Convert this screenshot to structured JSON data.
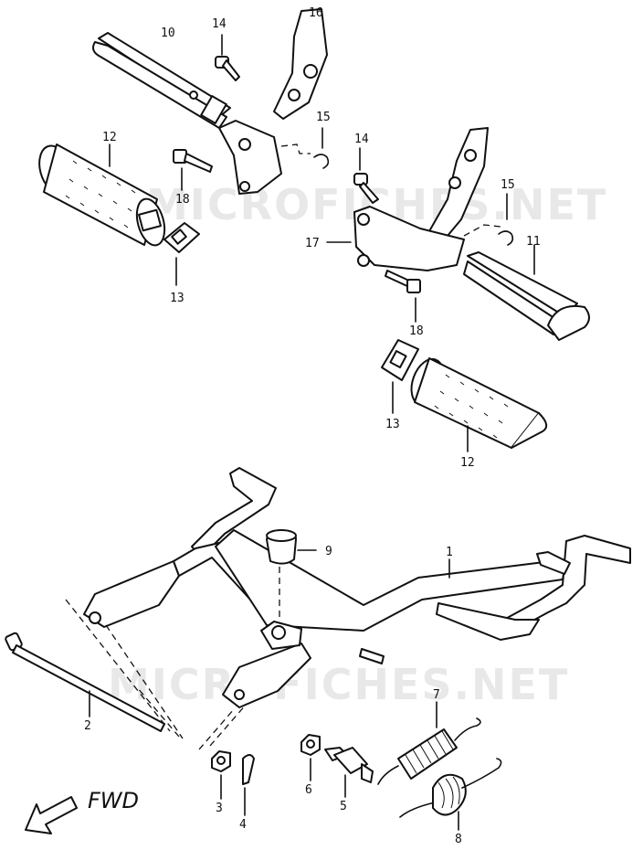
{
  "watermark": "MICROFICHES.NET",
  "fwd_label": "FWD",
  "callouts": {
    "c1": "1",
    "c2": "2",
    "c3": "3",
    "c4": "4",
    "c5": "5",
    "c6": "6",
    "c7": "7",
    "c8": "8",
    "c9": "9",
    "c10": "10",
    "c11": "11",
    "c12a": "12",
    "c12b": "12",
    "c13a": "13",
    "c13b": "13",
    "c14a": "14",
    "c14b": "14",
    "c15a": "15",
    "c15b": "15",
    "c16": "16",
    "c17": "17",
    "c18a": "18",
    "c18b": "18"
  }
}
